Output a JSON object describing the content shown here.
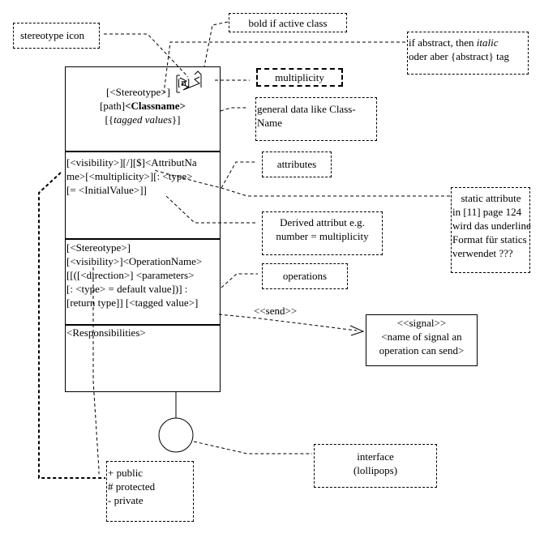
{
  "diagram": {
    "class": {
      "name_compartment": {
        "stereotype": "[<Stereotype>]",
        "path_prefix": "[path]",
        "classname": "<Classname>",
        "tagged_open": "[{",
        "tagged_values": "tagged values",
        "tagged_close": "}]",
        "multiplicity_tag": "[n]"
      },
      "attributes_compartment": {
        "lines": [
          "[<visibility>][/][$]<AttributNa",
          "me>[<multiplicity>][: <type>",
          "[= <InitialValue>]]"
        ]
      },
      "operations_compartment": {
        "lines": [
          "[<Stereotype>]",
          "[<visibility>]<OperationName>",
          "[[([<direction>] <parameters>",
          "[: <type> = default value])] :",
          "[return type]] [<tagged value>]"
        ]
      },
      "responsibilities_compartment": {
        "lines": [
          "<Responsibilities>"
        ]
      }
    },
    "notes": {
      "stereotype_icon": "stereotype icon",
      "bold_active": "bold if active class",
      "abstract": {
        "line1_prefix": "if abstract, then ",
        "line1_italic": "italic",
        "line2": "oder aber {abstract} tag"
      },
      "multiplicity": "multiplicity",
      "general_data": [
        "general data like Class-",
        "Name"
      ],
      "attributes": "attributes",
      "static_attribute": [
        "static attribute",
        "in [11] page 124",
        "wird das underline",
        "Format für statics",
        "verwendet ???"
      ],
      "derived_attribute": [
        "Derived attribut e.g.",
        "number = multiplicity"
      ],
      "operations": "operations",
      "visibility": [
        "+ public",
        "# protected",
        "- private"
      ],
      "interface": [
        "interface",
        "(lollipops)"
      ]
    },
    "signal": {
      "send_label": "<<send>>",
      "lines": [
        "<<signal>>",
        "<name of signal an",
        "operation can send>"
      ]
    }
  }
}
